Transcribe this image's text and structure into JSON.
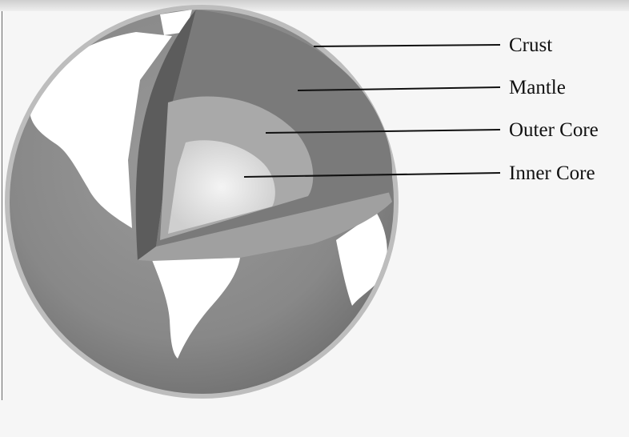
{
  "diagram": {
    "labels": {
      "crust": "Crust",
      "mantle": "Mantle",
      "outer_core": "Outer Core",
      "inner_core": "Inner Core"
    },
    "colors": {
      "crust": "#6e6e6e",
      "mantle": "#8c8c8c",
      "outer_core": "#b0b0b0",
      "inner_core": "#e2e2e2",
      "ocean": "#8a8a8a",
      "land": "#ffffff"
    }
  }
}
